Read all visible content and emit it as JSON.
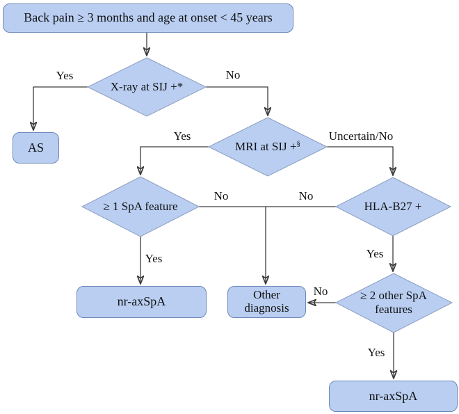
{
  "colors": {
    "node_fill": "#b9cef1",
    "box_border": "#6d88bb",
    "diamond_border": "#8a9cc0",
    "arrow": "#3d3d3d",
    "text": "#111111"
  },
  "nodes": {
    "start": {
      "label": "Back pain ≥ 3 months and age at onset < 45 years"
    },
    "xray": {
      "label": "X-ray at SIJ +*"
    },
    "as": {
      "label": "AS"
    },
    "mri": {
      "label": "MRI at SIJ +",
      "sup": "§"
    },
    "spa1": {
      "label": "≥ 1 SpA feature"
    },
    "hla": {
      "label": "HLA-B27 +"
    },
    "nraxspa_left": {
      "label": "nr-axSpA"
    },
    "other": {
      "label": "Other diagnosis"
    },
    "spa2": {
      "label": "≥ 2 other SpA features"
    },
    "nraxspa_bottom": {
      "label": "nr-axSpA"
    }
  },
  "edge_labels": {
    "xray_yes": "Yes",
    "xray_no": "No",
    "mri_yes": "Yes",
    "mri_uncertain": "Uncertain/No",
    "spa1_no": "No",
    "hla_no": "No",
    "spa1_yes": "Yes",
    "hla_yes": "Yes",
    "spa2_no": "No",
    "spa2_yes": "Yes"
  }
}
